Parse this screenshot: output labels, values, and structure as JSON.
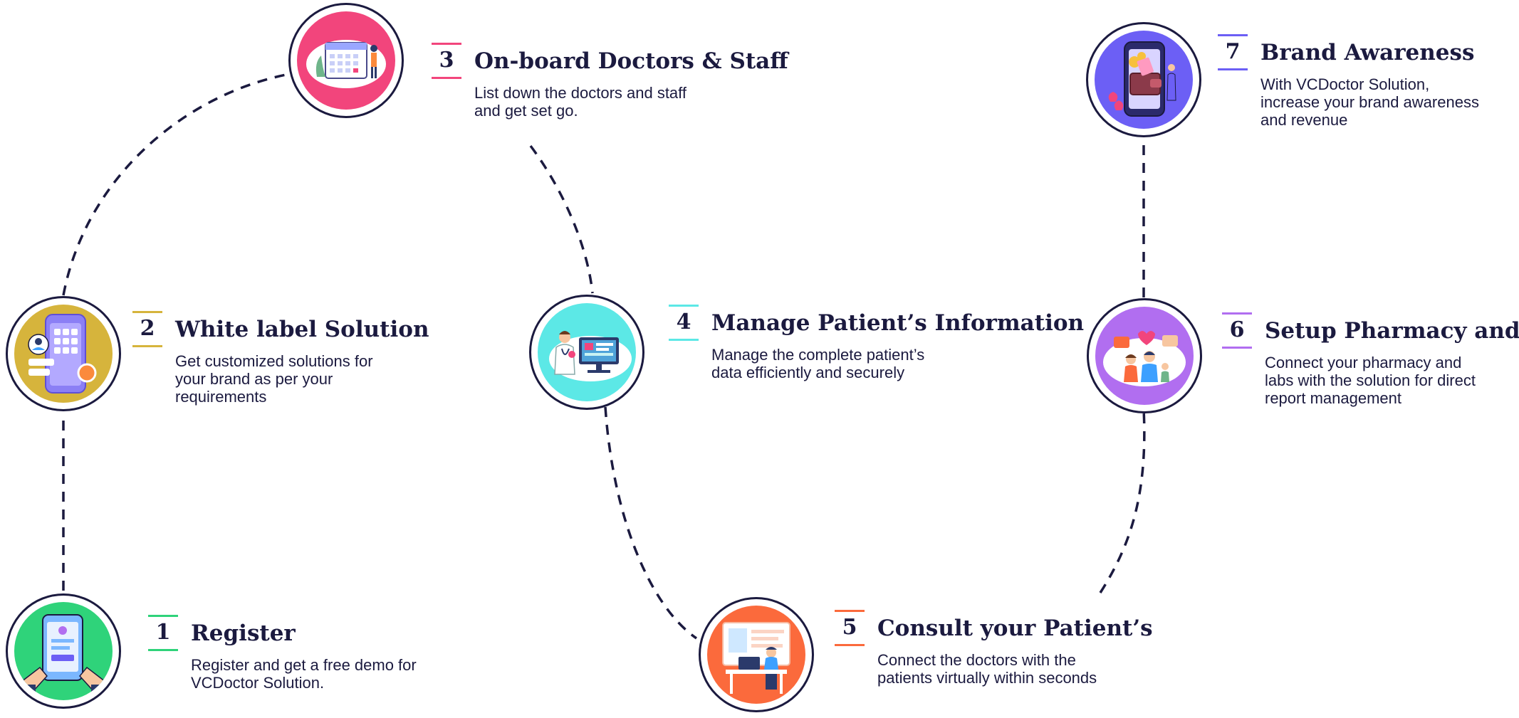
{
  "colors": {
    "outline": "#1b1a3f",
    "register": "#2fd37a",
    "white_label": "#d6b43c",
    "onboard": "#f2457c",
    "manage": "#5ce8e6",
    "consult": "#fb6a3c",
    "pharmacy": "#b16ef0",
    "brand": "#6c5ff5"
  },
  "steps": [
    {
      "id": "register",
      "number": "1",
      "title": "Register",
      "description": "Register and get a free demo for VCDoctor Solution.",
      "icon": "phone-hands-icon"
    },
    {
      "id": "white-label",
      "number": "2",
      "title": "White label Solution",
      "description": "Get customized solutions for your brand as per your requirements",
      "icon": "mobile-app-icon"
    },
    {
      "id": "onboard",
      "number": "3",
      "title": "On-board Doctors & Staff",
      "description": "List down the doctors and staff and get set go.",
      "icon": "calendar-icon"
    },
    {
      "id": "manage",
      "number": "4",
      "title": "Manage Patient’s Information",
      "description": "Manage the complete patient’s data efficiently and securely",
      "icon": "doctor-monitor-icon"
    },
    {
      "id": "consult",
      "number": "5",
      "title": "Consult your Patient’s",
      "description": "Connect the doctors with the patients virtually within seconds",
      "icon": "consultation-desk-icon"
    },
    {
      "id": "pharmacy",
      "number": "6",
      "title": "Setup Pharmacy and Lab",
      "description": "Connect your pharmacy and labs with the solution for direct report management",
      "icon": "family-care-icon"
    },
    {
      "id": "brand",
      "number": "7",
      "title": "Brand Awareness",
      "description": "With VCDoctor Solution, increase your brand awareness and revenue",
      "icon": "wallet-phone-icon"
    }
  ]
}
